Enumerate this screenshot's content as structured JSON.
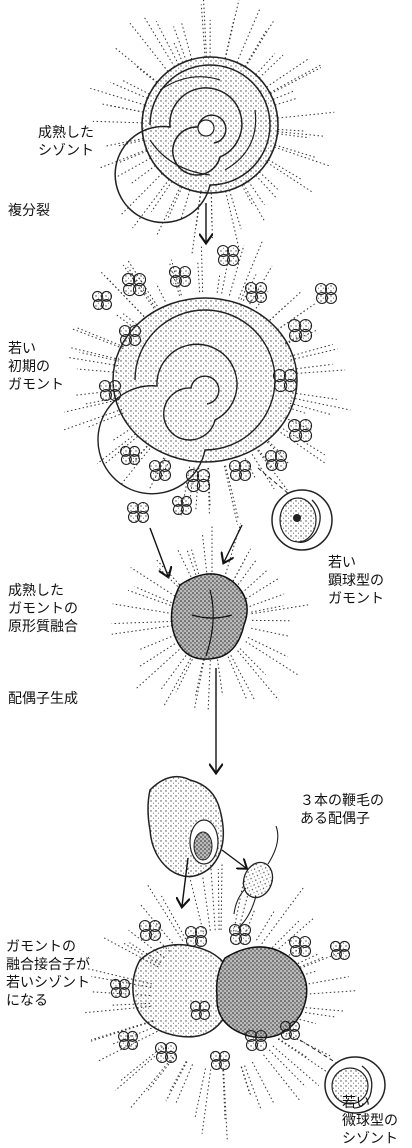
{
  "labels": {
    "mature_schizont": "成熟した\nシゾント",
    "multiple_fission": "複分裂",
    "young_early_gamont": "若い\n初期の\nガモント",
    "young_macrospheric_gamont": "若い\n顕球型の\nガモント",
    "plastogamy": "成熟した\nガモントの\n原形質融合",
    "gametogenesis": "配偶子生成",
    "triflagellate_gamete": "３本の鞭毛の\nある配偶子",
    "zygote_becomes_schizont": "ガモントの\n融合接合子が\n若いシゾント\nになる",
    "young_microspheric_schizont": "若い\n微球型の\nシゾント"
  },
  "colors": {
    "ink": "#111111",
    "stipple": "#555555",
    "background": "#ffffff"
  }
}
